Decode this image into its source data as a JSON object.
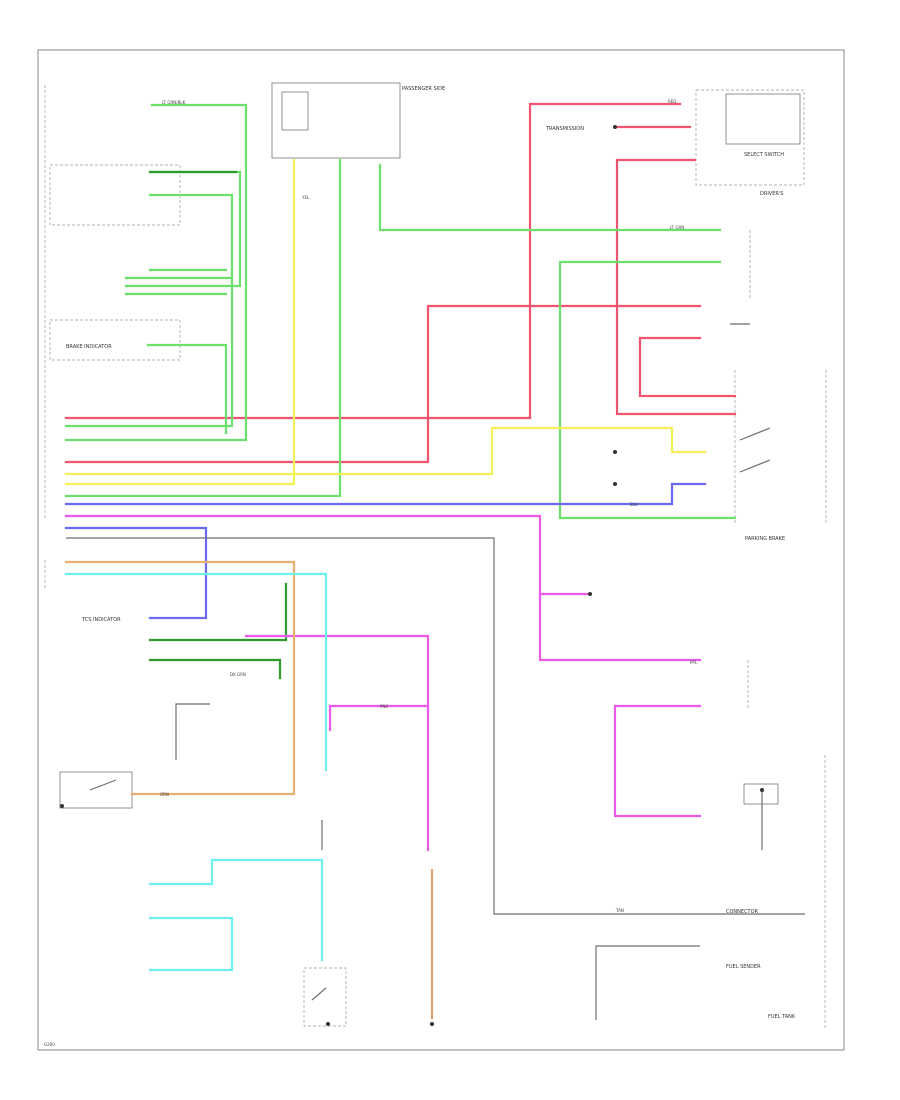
{
  "colors": {
    "red": "#f2546f",
    "green": "#6ce06c",
    "dark_green": "#2f9a2f",
    "yellow": "#f5f056",
    "blue": "#6a6af0",
    "pink": "#ec5aec",
    "cyan": "#6ff0f0",
    "orange": "#e8b070",
    "tan": "#d8a26e",
    "gray": "#6e6e6e"
  },
  "labels": {
    "top_center_box": "PASSENGER SIDE",
    "driver_dash": "DRIVER'S",
    "shift_switch": "SELECT SWITCH",
    "parking": "PARKING BRAKE",
    "trans_switch": "TRANSMISSION",
    "fuel_tank": "FUEL TANK",
    "fuel_sender": "FUEL SENDER",
    "connector": "CONNECTOR",
    "brake_ind": "BRAKE INDICATOR",
    "tcs_ind": "TCS INDICATOR",
    "gnd": "G200"
  },
  "wire_labels": [
    "LT GRN/BLK",
    "PPL",
    "LT GRN",
    "RED",
    "YEL",
    "BLU",
    "PNK",
    "ORN",
    "TAN",
    "DK GRN"
  ]
}
